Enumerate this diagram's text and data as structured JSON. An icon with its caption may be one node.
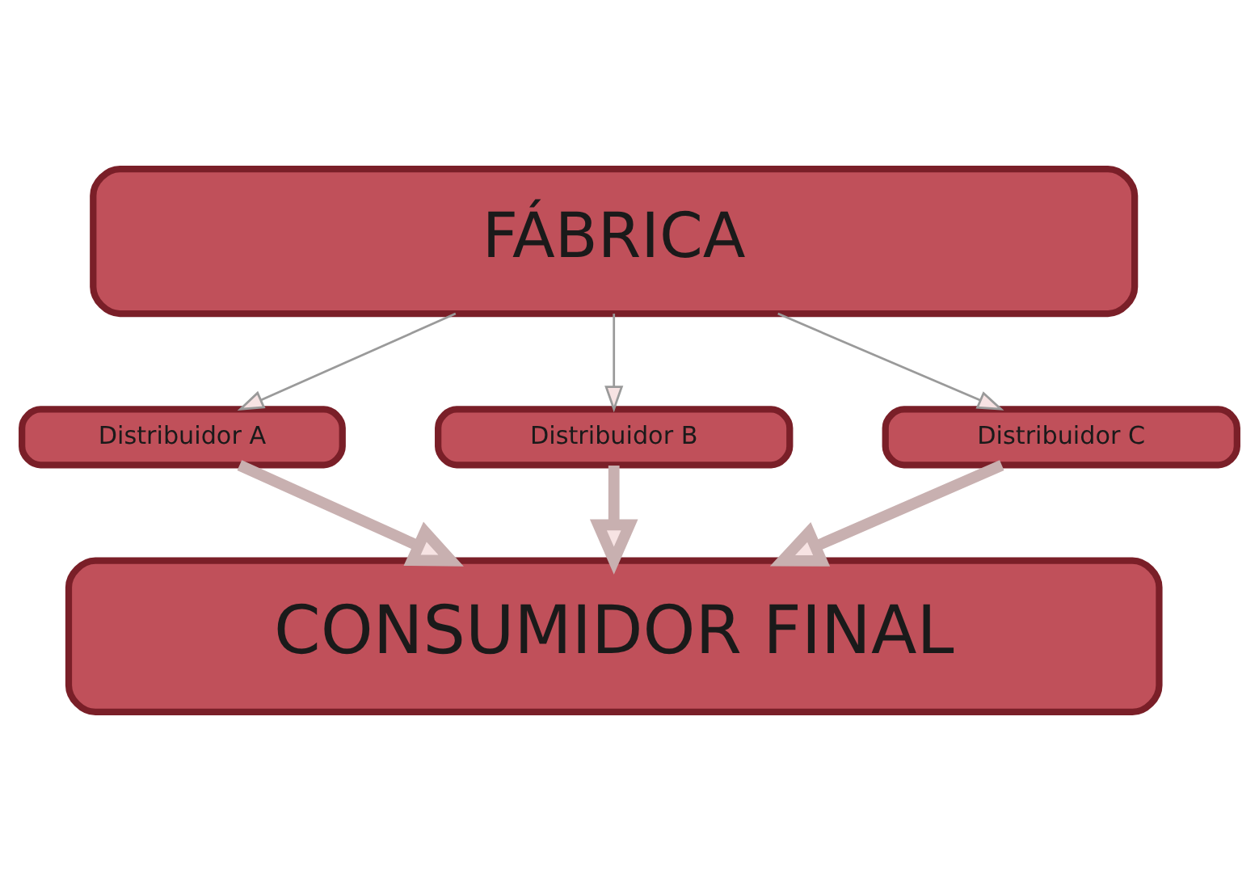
{
  "diagram": {
    "nodes": [
      {
        "text": [
          "FÁBRICA"
        ]
      },
      {
        "text": [
          "Distribuidor A"
        ]
      },
      {
        "text": [
          "Distribuidor B"
        ]
      },
      {
        "text": [
          "Distribuidor C"
        ]
      },
      {
        "text": [
          "CONSUMIDOR FINAL"
        ]
      }
    ],
    "edges": [
      {
        "from": 0,
        "to": 1,
        "arrow": "to"
      },
      {
        "from": 0,
        "to": 2,
        "arrow": "to"
      },
      {
        "from": 0,
        "to": 3,
        "arrow": "to"
      },
      {
        "from": 1,
        "to": 4,
        "arrow": "to",
        "style": "thick"
      },
      {
        "from": 2,
        "to": 4,
        "arrow": "to",
        "style": "thick"
      },
      {
        "from": 3,
        "to": 4,
        "arrow": "to",
        "style": "thick"
      }
    ]
  }
}
